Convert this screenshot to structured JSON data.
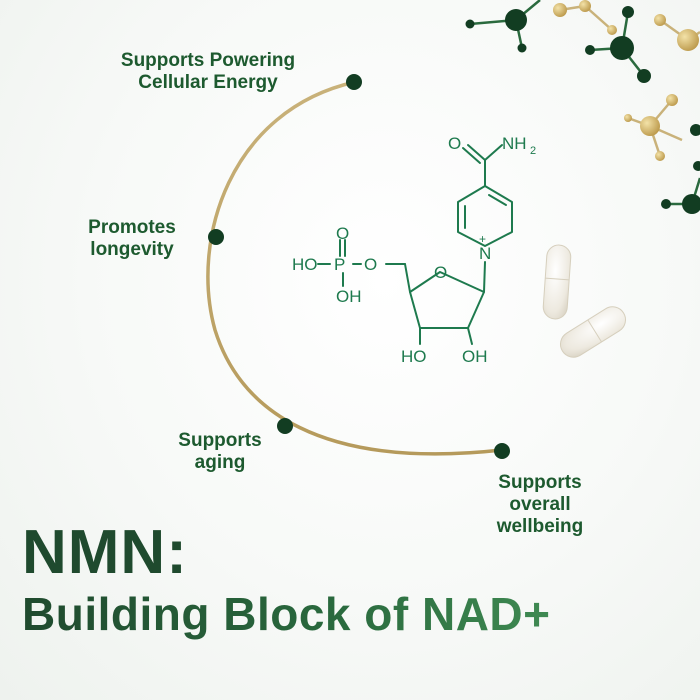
{
  "benefits": [
    {
      "lines": [
        "Supports Powering",
        "Cellular Energy"
      ]
    },
    {
      "lines": [
        "Promotes",
        "longevity"
      ]
    },
    {
      "lines": [
        "Supports",
        "aging"
      ]
    },
    {
      "lines": [
        "Supports",
        "overall",
        "wellbeing"
      ]
    }
  ],
  "molecule_labels": {
    "o_top": "O",
    "nh2": "NH",
    "nh2_sub": "2",
    "n_plus": "N",
    "plus": "+",
    "ho_p": "HO",
    "p": "P",
    "o_p_top": "O",
    "o_ester": "O",
    "oh_p": "OH",
    "o_ring": "O",
    "ho_sugar": "HO",
    "oh_sugar": "OH"
  },
  "headline": {
    "line1": "NMN:",
    "line2": "Building Block of NAD+"
  },
  "colors": {
    "dark_green": "#1d5a2f",
    "molecule_green": "#1e7a4e",
    "gold": "#c9b27a",
    "node_green": "#123d22"
  }
}
